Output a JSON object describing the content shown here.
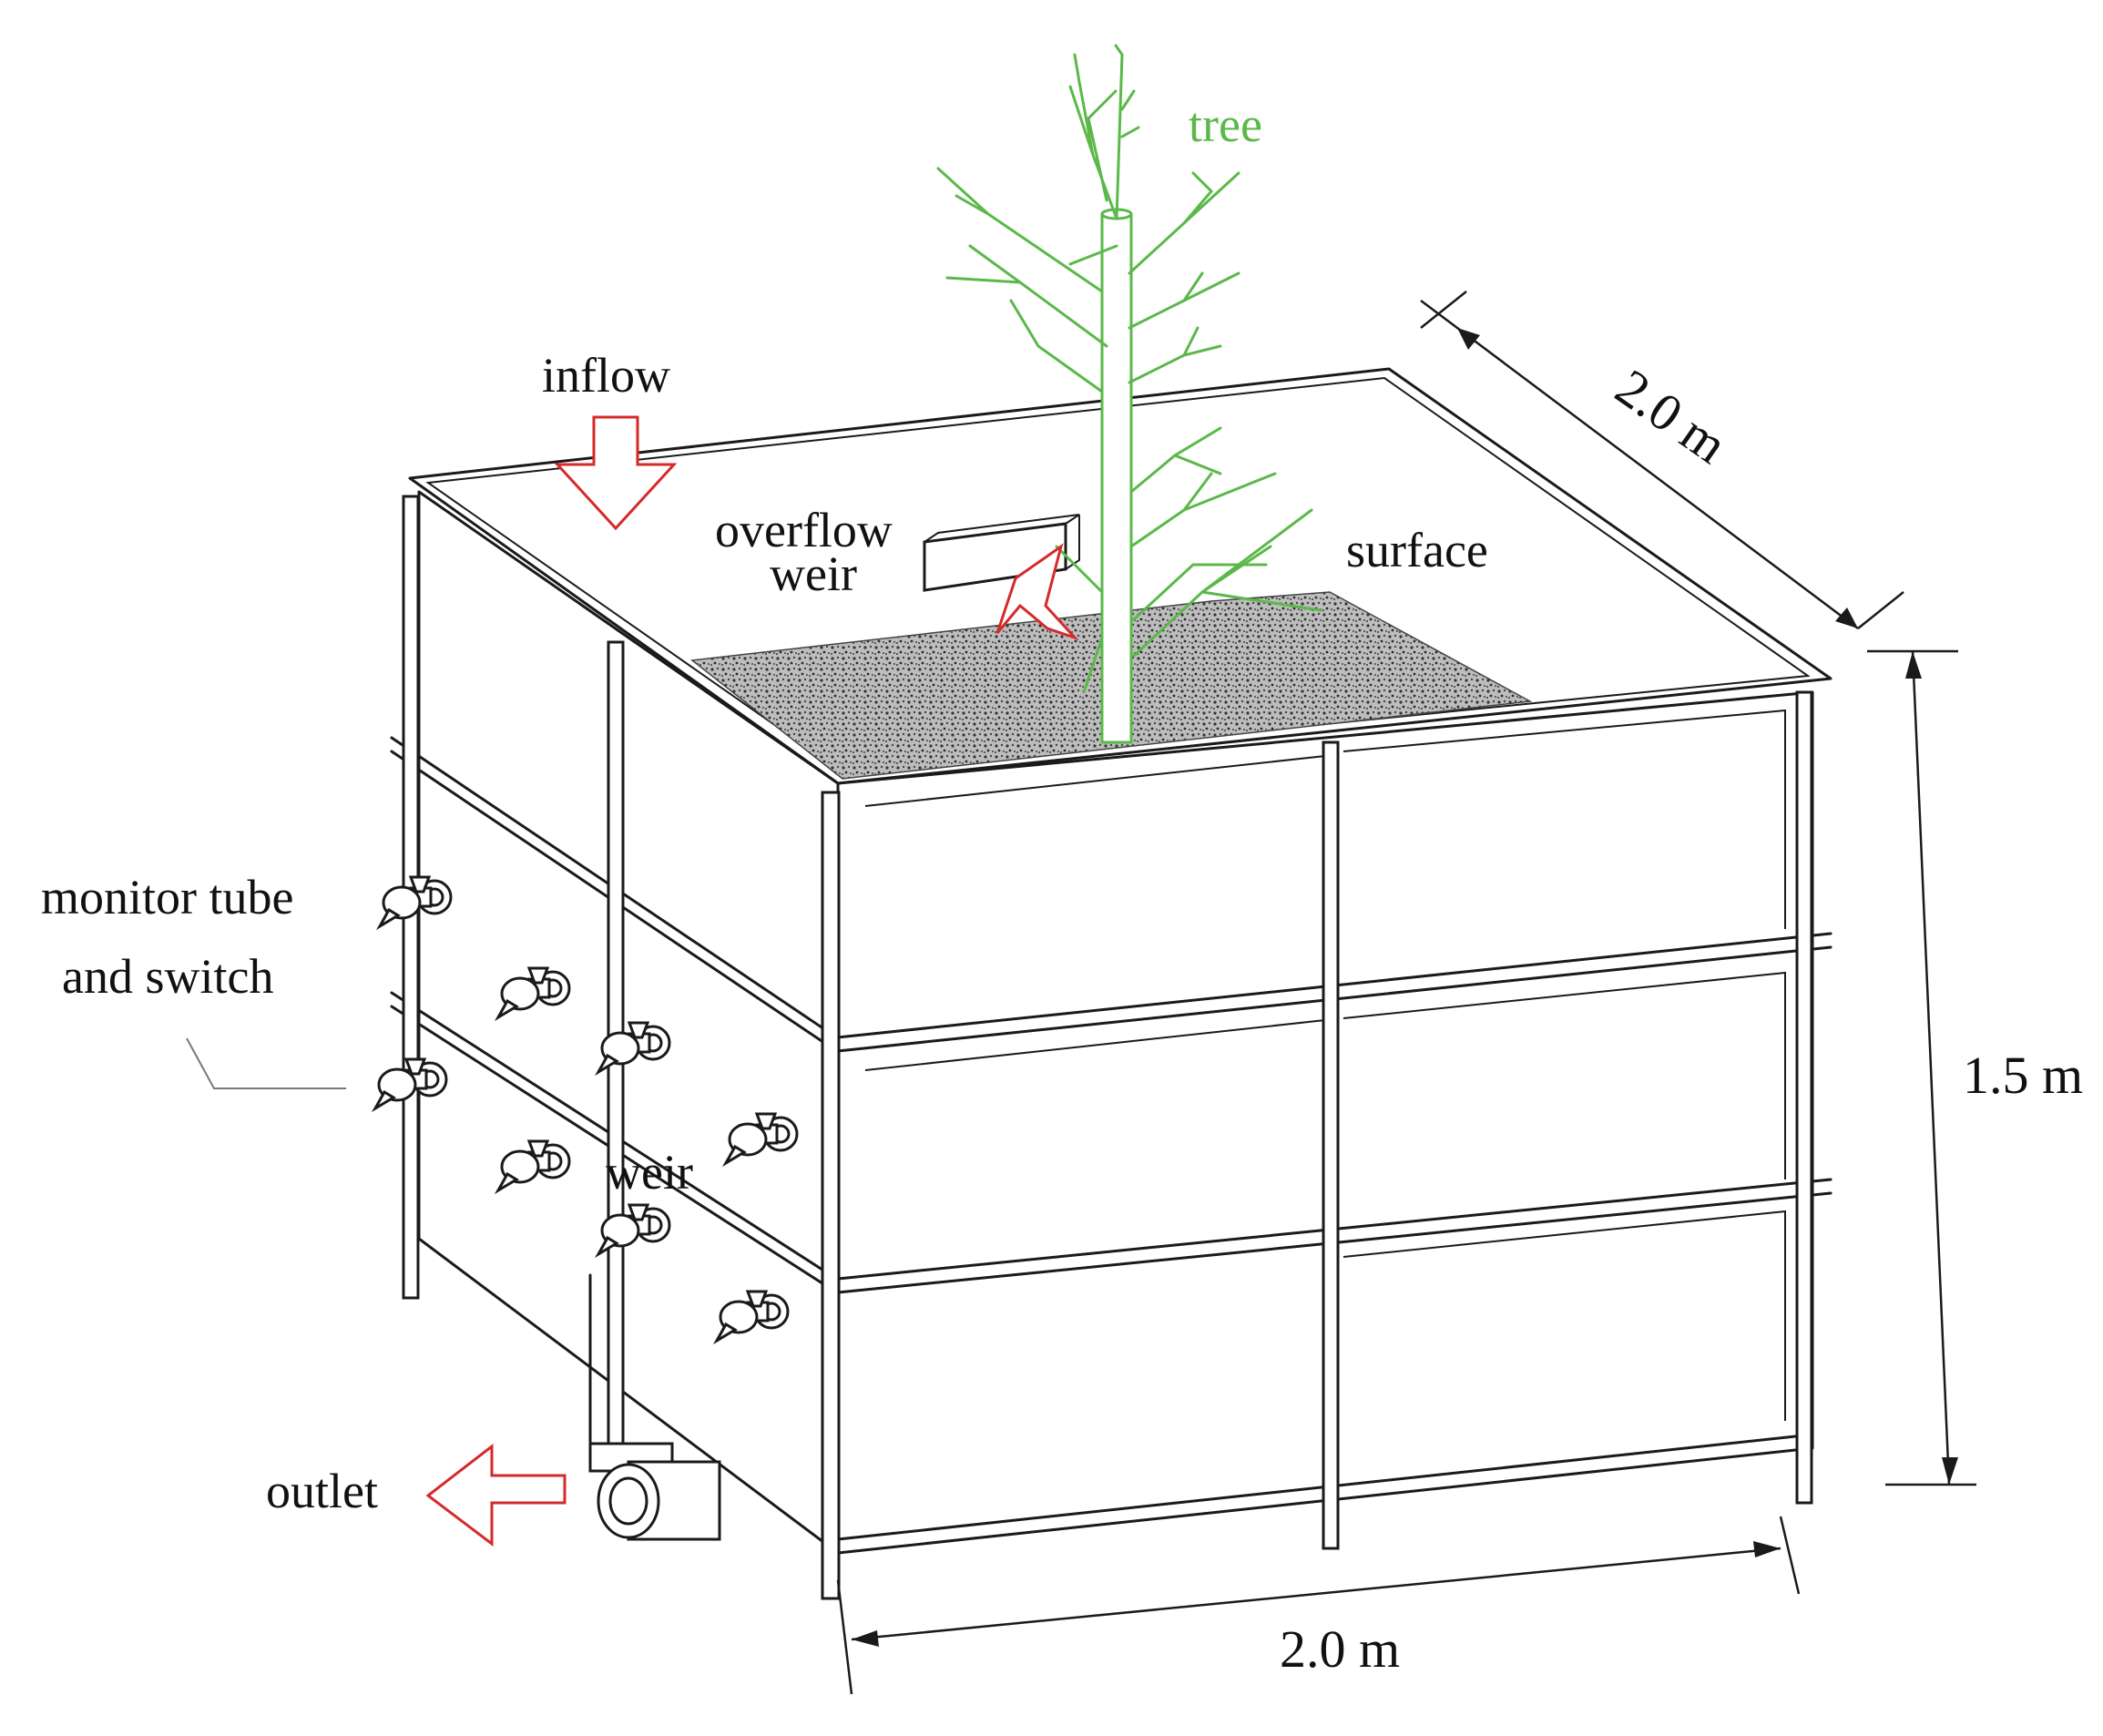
{
  "labels": {
    "tree": "tree",
    "inflow": "inflow",
    "overflow_weir_line1": "overflow",
    "overflow_weir_line2": "weir",
    "surface": "surface",
    "monitor_line1": "monitor tube",
    "monitor_line2": "and switch",
    "weir": "weir",
    "outlet": "outlet",
    "dim_depth": "2.0 m",
    "dim_height": "1.5 m",
    "dim_width": "2.0 m"
  },
  "colors": {
    "tree": "#5bb84a",
    "flow_arrow": "#d42a2a",
    "outline": "#1a1a1a",
    "soil": "#555555"
  },
  "icons": {
    "inflow": "down-arrow-icon",
    "overflow": "up-arrow-icon",
    "outlet": "left-arrow-icon",
    "valve": "valve-icon"
  }
}
